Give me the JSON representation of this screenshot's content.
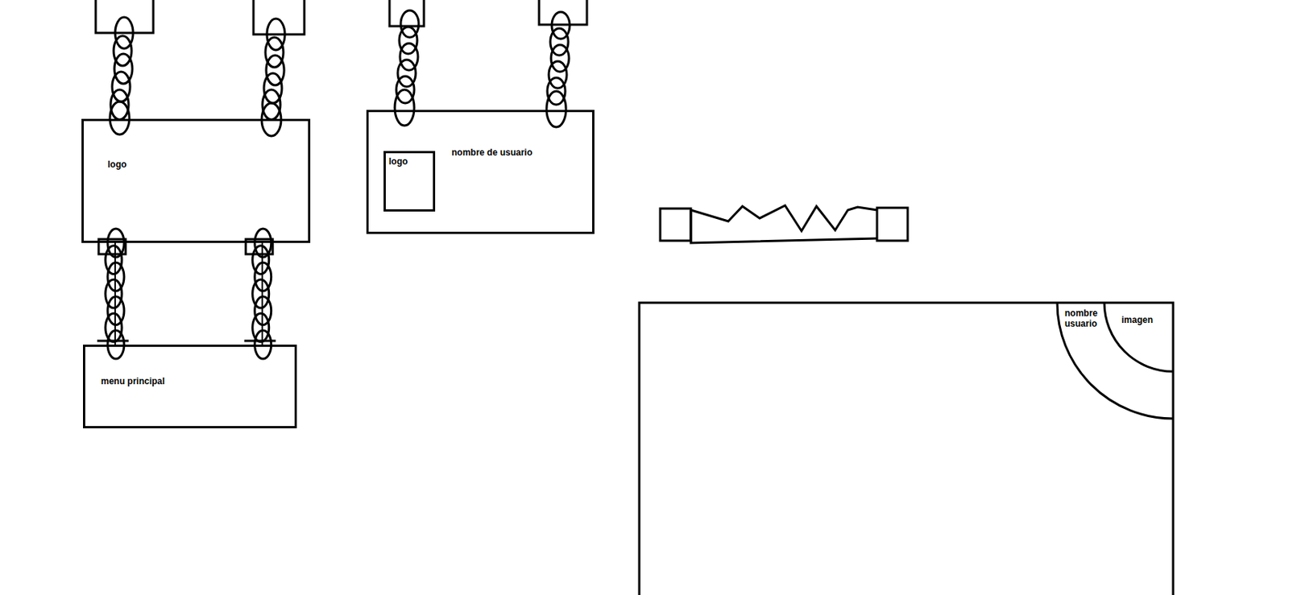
{
  "diagram": {
    "nodes": [
      {
        "text": [
          "logo"
        ]
      },
      {
        "text": [
          "menu principal"
        ]
      },
      {
        "text": [
          "nombre de usuario"
        ]
      },
      {
        "text": [
          "logo"
        ],
        "in": 2
      },
      {
        "text": [
          "nombre usuario"
        ]
      },
      {
        "text": [
          "imagen"
        ],
        "in": 4
      }
    ],
    "edges": [
      {
        "from": 0,
        "to": 1,
        "arrow": "none"
      }
    ]
  }
}
